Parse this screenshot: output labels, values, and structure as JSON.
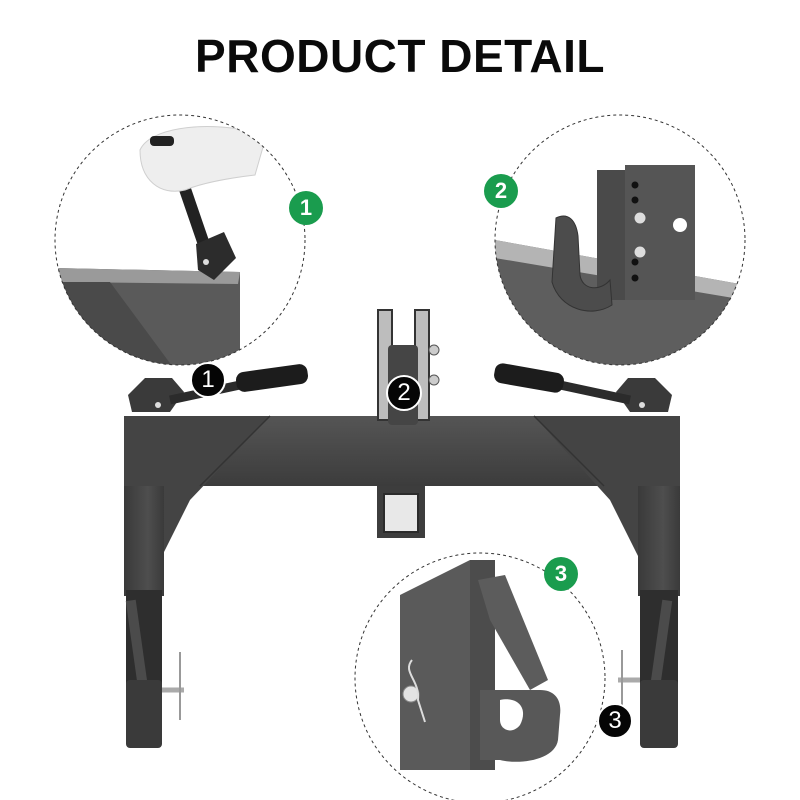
{
  "header": {
    "title": "PRODUCT DETAIL"
  },
  "colors": {
    "callout_badge": "#1a9c4e",
    "marker_badge": "#050505",
    "steel": "#4a4a4a",
    "steel_dark": "#2e2e2e",
    "background": "#ffffff"
  },
  "callouts": [
    {
      "number": "1",
      "subject": "lever handle release"
    },
    {
      "number": "2",
      "subject": "adjustable top hook with bolts"
    },
    {
      "number": "3",
      "subject": "lower hook latch with hitch pin"
    }
  ],
  "markers": [
    {
      "number": "1"
    },
    {
      "number": "2"
    },
    {
      "number": "3"
    }
  ]
}
